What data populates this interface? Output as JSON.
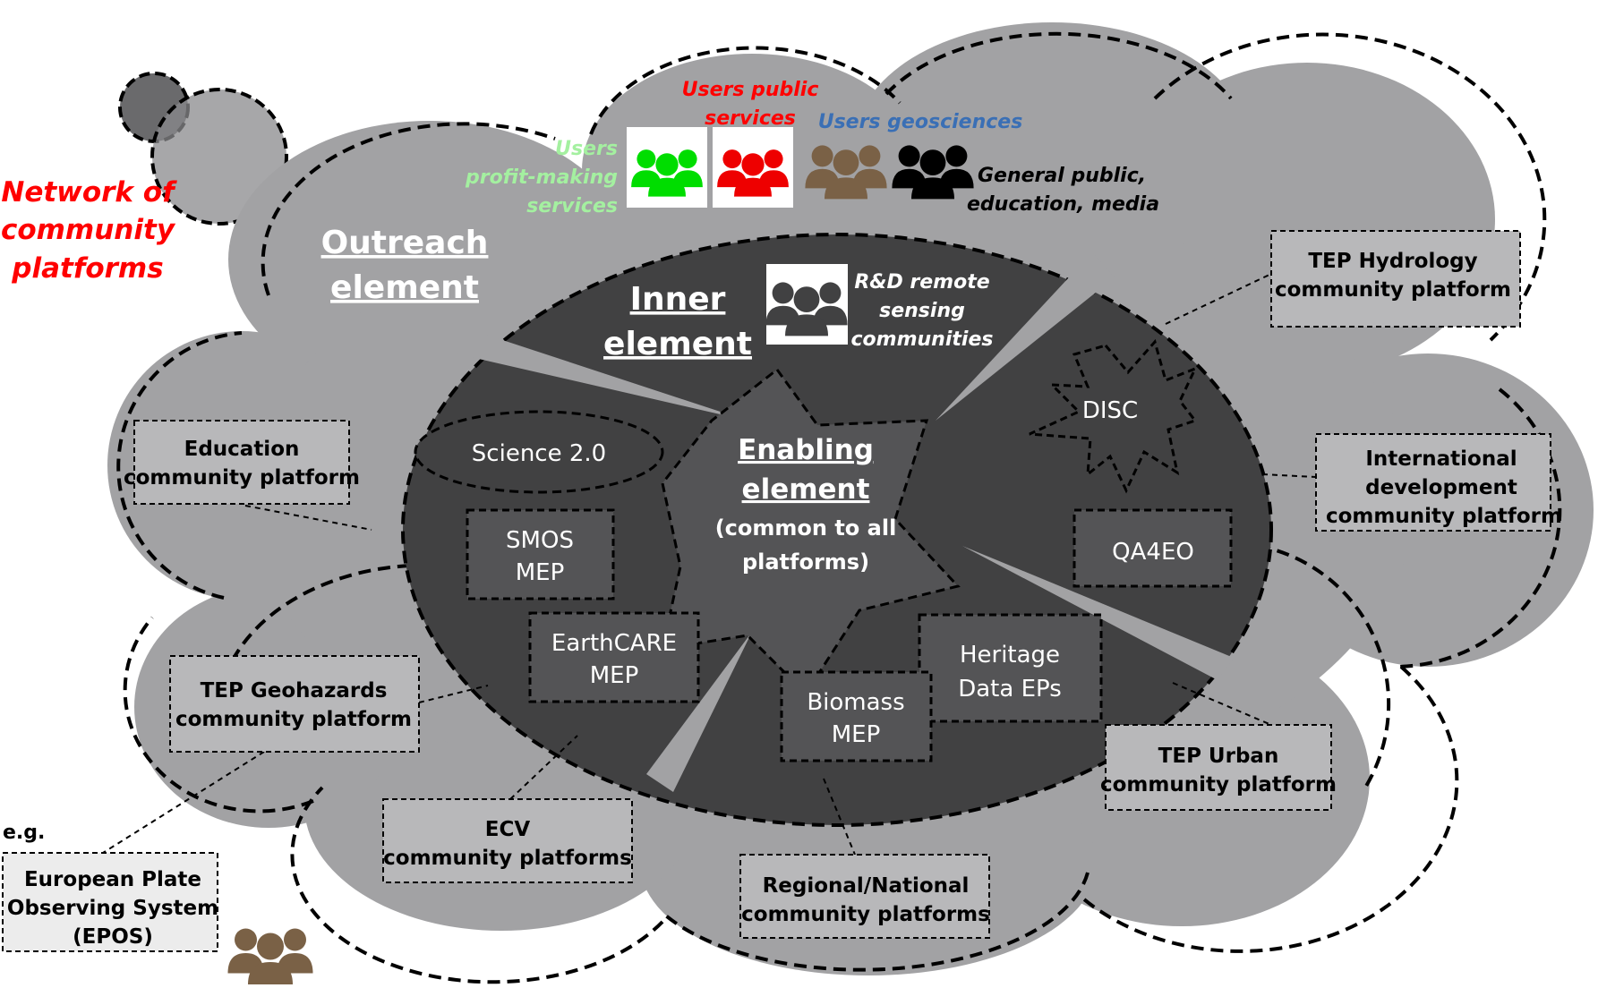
{
  "network_title": [
    "Network of",
    "community",
    "platforms"
  ],
  "users": {
    "profit": [
      "Users",
      "profit-making",
      "services"
    ],
    "public": [
      "Users public",
      "services"
    ],
    "geosciences": "Users geosciences",
    "general": [
      "General public,",
      "education, media"
    ]
  },
  "outreach": [
    "Outreach",
    "element"
  ],
  "inner": [
    "Inner",
    "element"
  ],
  "rd": [
    "R&D remote",
    "sensing",
    "communities"
  ],
  "enabling": {
    "title": [
      "Enabling",
      "element"
    ],
    "sub": [
      "(common to all",
      "platforms)"
    ]
  },
  "inner_items": {
    "science": "Science 2.0",
    "smos": [
      "SMOS",
      "MEP"
    ],
    "earthcare": [
      "EarthCARE",
      "MEP"
    ],
    "biomass": [
      "Biomass",
      "MEP"
    ],
    "heritage": [
      "Heritage",
      "Data EPs"
    ],
    "disc": "DISC",
    "qa4eo": "QA4EO"
  },
  "platforms": {
    "hydrology": [
      "TEP Hydrology",
      "community platform"
    ],
    "intl": [
      "International",
      "development",
      "community platform"
    ],
    "education": [
      "Education",
      "community platform"
    ],
    "geohazards": [
      "TEP Geohazards",
      "community platform"
    ],
    "ecv": [
      "ECV",
      "community platforms"
    ],
    "regional": [
      "Regional/National",
      "community platforms"
    ],
    "urban": [
      "TEP Urban",
      "community platform"
    ]
  },
  "example": {
    "label": "e.g.",
    "epos": [
      "European Plate",
      "Observing System",
      "(EPOS)"
    ]
  },
  "colors": {
    "cloud": "#a2a2a4",
    "inner": "#414142",
    "box": "#545456",
    "profit_text": "#a4f0a0",
    "public_text": "#ff0000",
    "geo_text": "#3a6fb5",
    "network_text": "#ff0000",
    "green": "#00dd00",
    "red": "#ee0000",
    "brown": "#7a6146",
    "black": "#000000"
  },
  "icons": [
    "people-green-icon",
    "people-red-icon",
    "people-brown-icon",
    "people-black-icon",
    "people-gray-icon",
    "people-brown-icon"
  ]
}
